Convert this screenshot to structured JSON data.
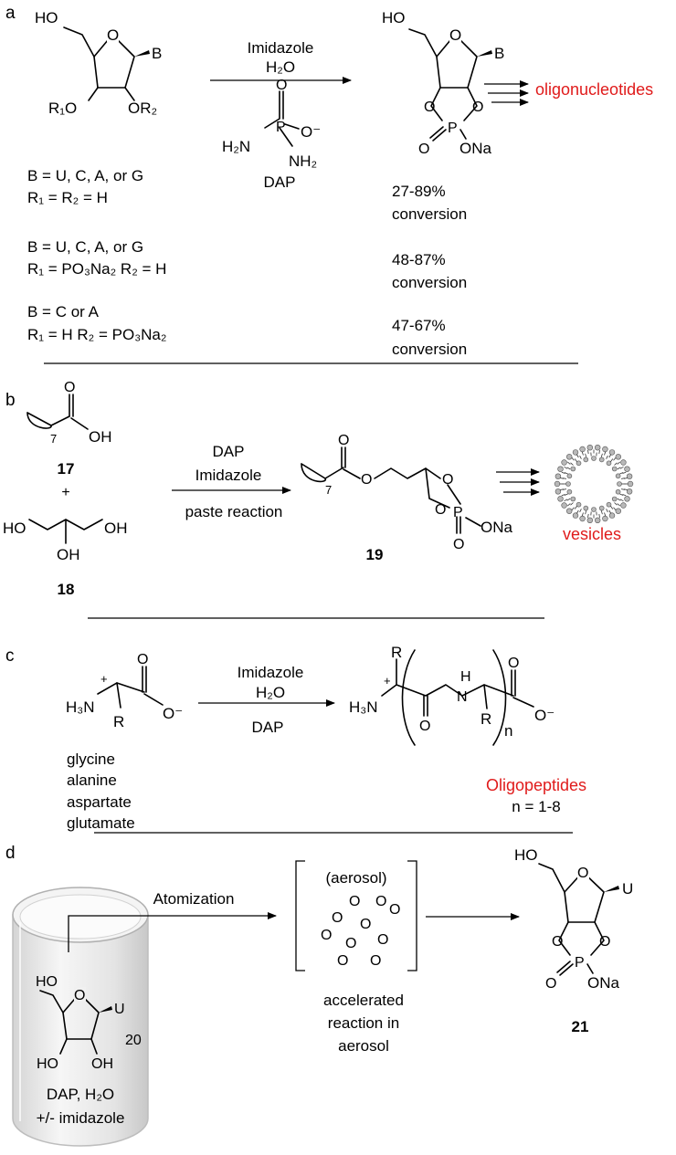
{
  "panel_a": {
    "letter": "a",
    "sm_ho": "HO",
    "sm_b": "B",
    "sm_r1o": "R₁O",
    "sm_or2": "OR₂",
    "reagent1": "Imidazole",
    "reagent2": "H₂O",
    "dap_h2n": "H₂N",
    "dap_p": "P",
    "dap_o_minus": "O⁻",
    "dap_o": "O",
    "dap_nh2": "NH₂",
    "dap_label": "DAP",
    "prod_ho": "HO",
    "prod_b": "B",
    "prod_p": "P",
    "prod_ona": "ONa",
    "prod_o": "O",
    "outcome": "oligonucleotides",
    "conditions": [
      {
        "line1": "B = U, C, A, or G",
        "line2": "R₁ = R₂ = H",
        "yield": "27-89%",
        "conv": "conversion"
      },
      {
        "line1": "B = U, C, A, or G",
        "line2": "R₁ = PO₃Na₂  R₂ = H",
        "yield": "48-87%",
        "conv": "conversion"
      },
      {
        "line1": "B = C or A",
        "line2": "R₁ = H   R₂ = PO₃Na₂",
        "yield": "47-67%",
        "conv": "conversion"
      }
    ]
  },
  "panel_b": {
    "letter": "b",
    "acid_o": "O",
    "acid_oh": "OH",
    "acid_n": "7",
    "acid_id": "17",
    "plus": "+",
    "gly_ho": "HO",
    "gly_oh": "OH",
    "gly_oh2": "OH",
    "gly_id": "18",
    "reagent1": "DAP",
    "reagent2": "Imidazole",
    "reagent3": "paste reaction",
    "prod_o": "O",
    "prod_n": "7",
    "prod_o2": "O",
    "prod_o3": "O",
    "prod_o4": "O",
    "prod_p": "P",
    "prod_ona": "ONa",
    "prod_o5": "O",
    "prod_id": "19",
    "outcome": "vesicles"
  },
  "panel_c": {
    "letter": "c",
    "sm_h3n": "H₃N",
    "sm_plus": "+",
    "sm_o": "O",
    "sm_o_minus": "O⁻",
    "sm_r": "R",
    "amino_acids": [
      "glycine",
      "alanine",
      "aspartate",
      "glutamate"
    ],
    "reagent1": "Imidazole",
    "reagent2": "H₂O",
    "reagent3": "DAP",
    "prod_r": "R",
    "prod_h3n": "H₃N",
    "prod_plus": "+",
    "prod_h": "H",
    "prod_n": "N",
    "prod_o": "O",
    "prod_r2": "R",
    "prod_sub_n": "n",
    "prod_o2": "O",
    "prod_o_minus": "O⁻",
    "outcome": "Oligopeptides",
    "range": "n = 1-8"
  },
  "panel_d": {
    "letter": "d",
    "step1": "Atomization",
    "aerosol": "(aerosol)",
    "droplet": "O",
    "note": [
      "accelerated",
      "reaction in",
      "aerosol"
    ],
    "cyl_ho": "HO",
    "cyl_u": "U",
    "cyl_n": "20",
    "cyl_ho2": "HO",
    "cyl_oh": "OH",
    "cyl_line1": "DAP, H₂O",
    "cyl_line2": "+/- imidazole",
    "prod_ho": "HO",
    "prod_u": "U",
    "prod_p": "P",
    "prod_ona": "ONa",
    "prod_o": "O",
    "prod_id": "21"
  },
  "colors": {
    "outcome": "#e01b1b",
    "bead": "#b8b8b8",
    "cylinder": "#e6e6e6"
  }
}
